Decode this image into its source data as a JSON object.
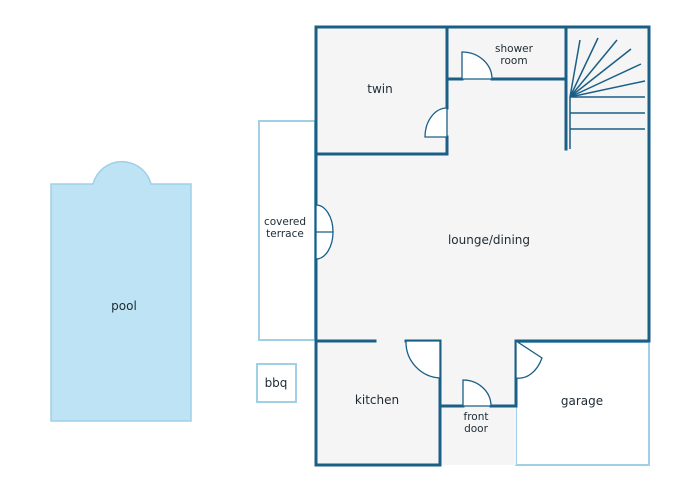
{
  "rooms": {
    "pool": "pool",
    "bbq": "bbq",
    "covered_terrace_line1": "covered",
    "covered_terrace_line2": "terrace",
    "twin": "twin",
    "shower_room_line1": "shower",
    "shower_room_line2": "room",
    "lounge_dining": "lounge/dining",
    "kitchen": "kitchen",
    "front_door_line1": "front",
    "front_door_line2": "door",
    "garage": "garage"
  },
  "colors": {
    "wall": "#1b5f86",
    "light_wall": "#9fd0e6",
    "floor": "#f5f5f5",
    "pool_fill": "#bde3f5",
    "pool_edge": "#9fd0e6"
  }
}
